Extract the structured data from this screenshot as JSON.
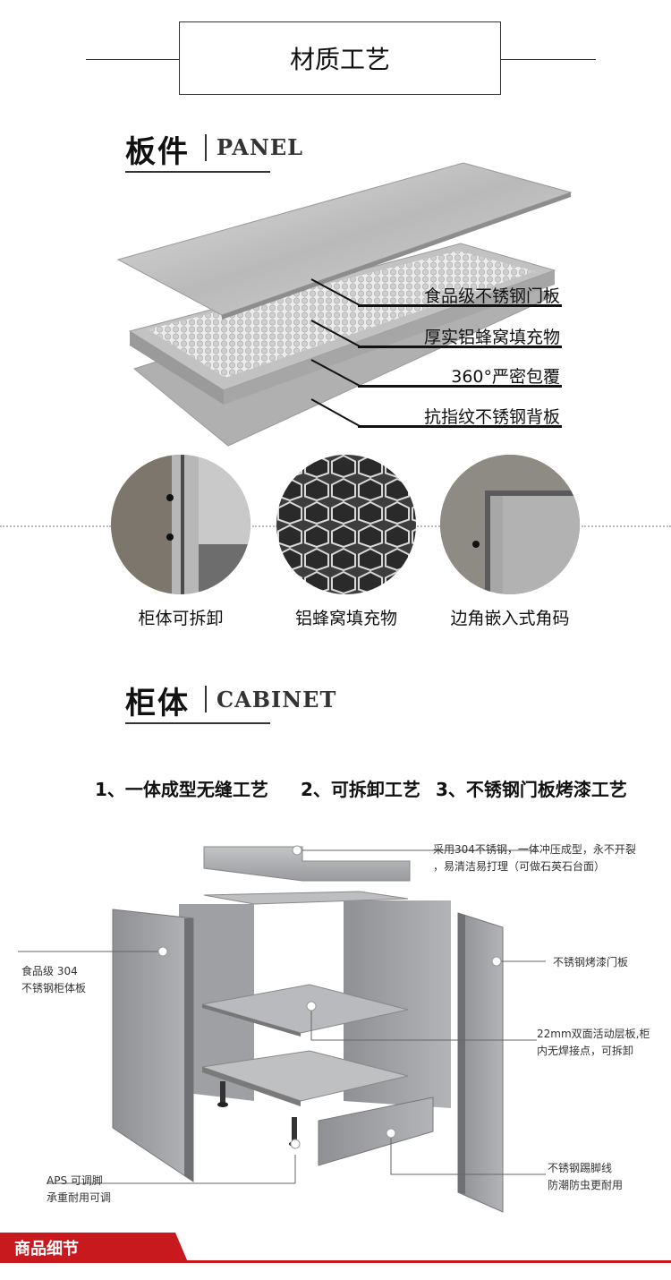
{
  "header": {
    "title": "材质工艺"
  },
  "panel_section": {
    "title_cn": "板件",
    "title_en": "PANEL",
    "layers": [
      "食品级不锈钢门板",
      "厚实铝蜂窝填充物",
      "360°严密包覆",
      "抗指纹不锈钢背板"
    ],
    "details": [
      {
        "label": "柜体可拆卸",
        "icon": "detachable-cabinet-closeup"
      },
      {
        "label": "铝蜂窝填充物",
        "icon": "honeycomb-closeup"
      },
      {
        "label": "边角嵌入式角码",
        "icon": "corner-bracket-closeup"
      }
    ]
  },
  "cabinet_section": {
    "title_cn": "柜体",
    "title_en": "CABINET",
    "features": [
      "1、一体成型无缝工艺",
      "2、可拆卸工艺",
      "3、不锈钢门板烤漆工艺"
    ],
    "annotations": {
      "top_line1": "采用304不锈钢，一体冲压成型，永不开裂",
      "top_line2": "，易清洁易打理（可做石英石台面）",
      "left_line1": "食品级 304",
      "left_line2": "不锈钢柜体板",
      "door": "不锈钢烤漆门板",
      "shelf_line1": "22mm双面活动层板,柜",
      "shelf_line2": "内无焊接点，可拆卸",
      "feet_line1": "APS 可调脚",
      "feet_line2": "承重耐用可调",
      "kick_line1": "不锈钢踢脚线",
      "kick_line2": "防潮防虫更耐用"
    }
  },
  "footer": {
    "label": "商品细节"
  },
  "colors": {
    "accent": "#c8191e",
    "text": "#111111",
    "steel": "#a9aaad"
  }
}
